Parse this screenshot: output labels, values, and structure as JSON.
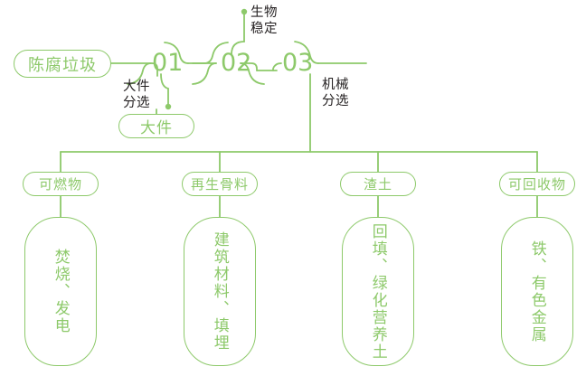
{
  "theme": {
    "accent_green": "#8dc96a",
    "caption_dark": "#231f20",
    "background": "#ffffff"
  },
  "diagram": {
    "type": "process-flow-tree",
    "root": {
      "label": "陈腐垃圾"
    },
    "stages": [
      {
        "number": "01",
        "caption": "大件\n分选"
      },
      {
        "number": "02",
        "caption": "生物\n稳定"
      },
      {
        "number": "03",
        "caption": "机械\n分选"
      }
    ],
    "side_output": {
      "label": "大件"
    },
    "outputs": [
      {
        "category": "可燃物",
        "destination": "焚烧、发电"
      },
      {
        "category": "再生骨料",
        "destination": "建筑材料、填埋"
      },
      {
        "category": "渣土",
        "destination": "回填、绿化营养土"
      },
      {
        "category": "可回收物",
        "destination": "铁、有色金属"
      }
    ]
  }
}
